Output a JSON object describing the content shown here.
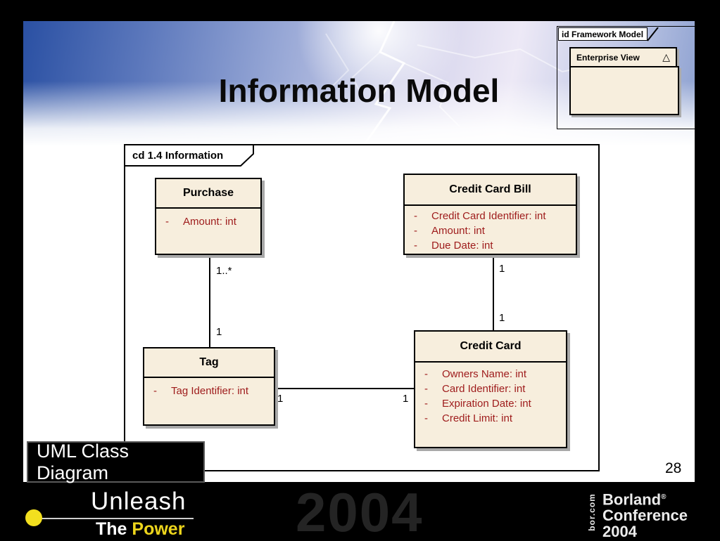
{
  "slide": {
    "title": "Information Model",
    "page_number": "28",
    "caption": "UML Class Diagram"
  },
  "enterprise_frame": {
    "tab_label": "id Framework Model",
    "package_name": "Enterprise View",
    "triangle_icon": "△"
  },
  "diagram": {
    "frame_label": "cd 1.4 Information",
    "attribute_bullet": "-",
    "classes": [
      {
        "name": "Purchase",
        "attributes": [
          "Amount:  int"
        ]
      },
      {
        "name": "Credit Card Bill",
        "attributes": [
          "Credit Card Identifier:  int",
          "Amount:  int",
          "Due Date:  int"
        ]
      },
      {
        "name": "Tag",
        "attributes": [
          "Tag Identifier:  int"
        ]
      },
      {
        "name": "Credit Card",
        "attributes": [
          "Owners Name:  int",
          "Card Identifier:  int",
          "Expiration Date:  int",
          "Credit Limit:  int"
        ]
      }
    ],
    "associations": [
      {
        "from": "Purchase",
        "to": "Tag",
        "from_multiplicity": "1..*",
        "to_multiplicity": "1"
      },
      {
        "from": "Credit Card Bill",
        "to": "Credit Card",
        "from_multiplicity": "1",
        "to_multiplicity": "1"
      },
      {
        "from": "Tag",
        "to": "Credit Card",
        "from_multiplicity": "1",
        "to_multiplicity": "1"
      }
    ]
  },
  "footer": {
    "brand_word": "Unleash",
    "brand_line2_prefix": "The ",
    "brand_line2_accent": "Power",
    "watermark": "2004",
    "borland_vertical": "bor.com",
    "borland_line1": "Borland",
    "borland_registered": "®",
    "borland_line2": "Conference",
    "borland_line3": "2004"
  },
  "colors": {
    "class_fill": "#F7EEDD",
    "attribute_text": "#9E1B1B",
    "accent_yellow": "#EDD51C",
    "shadow_gray": "#A8A8A8"
  }
}
